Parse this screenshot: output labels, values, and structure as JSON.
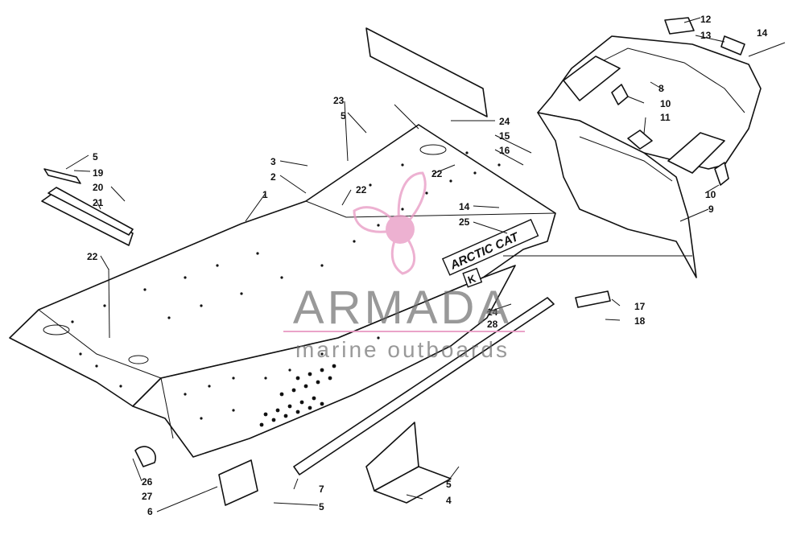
{
  "watermark": {
    "brand": "ARMADA",
    "tagline": "marine outboards",
    "brand_color": "#6a6a6a",
    "accent_color": "#e89ac4"
  },
  "decal": {
    "logo_text": "ARCTIC CAT",
    "emblem_text": "K"
  },
  "callouts": [
    "1",
    "2",
    "3",
    "4",
    "5",
    "5",
    "5",
    "5",
    "6",
    "7",
    "8",
    "9",
    "10",
    "10",
    "11",
    "12",
    "13",
    "14",
    "14",
    "14",
    "15",
    "16",
    "17",
    "18",
    "19",
    "20",
    "21",
    "22",
    "22",
    "22",
    "23",
    "24",
    "25",
    "26",
    "27",
    "28"
  ]
}
